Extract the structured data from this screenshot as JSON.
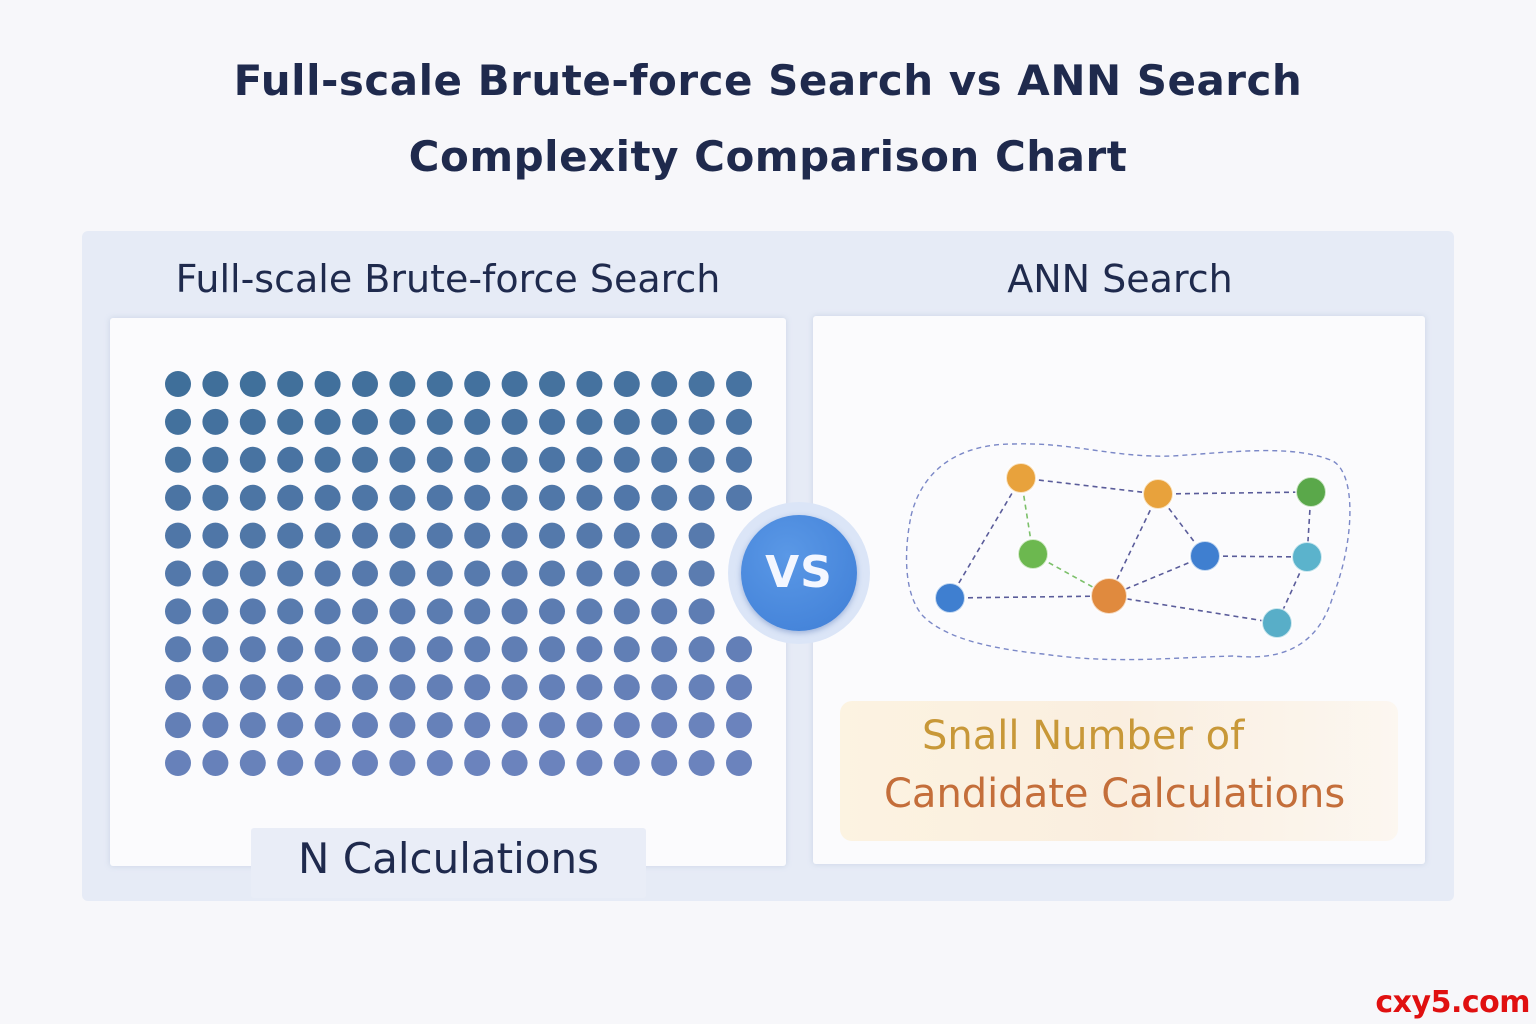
{
  "title_line1": "Full-scale Brute-force Search vs ANN Search",
  "title_line2": "Complexity Comparison Chart",
  "left_panel": {
    "heading": "Full-scale Brute-force Search",
    "footer_label": "N Calculations",
    "grid": {
      "row_counts": [
        16,
        16,
        16,
        16,
        15,
        15,
        15,
        16,
        16,
        16,
        16
      ],
      "colors_top": "#3f6f9a",
      "colors_bottom": "#6b83bd"
    }
  },
  "vs_label": "VS",
  "right_panel": {
    "heading": "ANN Search",
    "caption_line1": "Snall Number of",
    "caption_line2": "Candidate Calculations",
    "graph": {
      "nodes": [
        {
          "id": "n1",
          "color": "#e8a23c"
        },
        {
          "id": "n2",
          "color": "#e8a23c"
        },
        {
          "id": "n3",
          "color": "#5aa84a"
        },
        {
          "id": "n4",
          "color": "#6cb84f"
        },
        {
          "id": "n5",
          "color": "#3f7fd0"
        },
        {
          "id": "n6",
          "color": "#5bb3cc"
        },
        {
          "id": "n7",
          "color": "#3f7fd0"
        },
        {
          "id": "n8",
          "color": "#e08a3e"
        },
        {
          "id": "n9",
          "color": "#58aec8"
        }
      ],
      "edges": [
        {
          "from": "n1",
          "to": "n2",
          "style": "blue"
        },
        {
          "from": "n2",
          "to": "n3",
          "style": "blue"
        },
        {
          "from": "n1",
          "to": "n4",
          "style": "green"
        },
        {
          "from": "n1",
          "to": "n7",
          "style": "blue"
        },
        {
          "from": "n2",
          "to": "n5",
          "style": "blue"
        },
        {
          "from": "n2",
          "to": "n8",
          "style": "blue"
        },
        {
          "from": "n5",
          "to": "n6",
          "style": "blue"
        },
        {
          "from": "n5",
          "to": "n8",
          "style": "blue"
        },
        {
          "from": "n4",
          "to": "n8",
          "style": "green"
        },
        {
          "from": "n7",
          "to": "n8",
          "style": "blue"
        },
        {
          "from": "n8",
          "to": "n9",
          "style": "blue"
        },
        {
          "from": "n3",
          "to": "n6",
          "style": "blue"
        },
        {
          "from": "n6",
          "to": "n9",
          "style": "blue"
        }
      ]
    }
  },
  "watermark": "cxy5.com"
}
